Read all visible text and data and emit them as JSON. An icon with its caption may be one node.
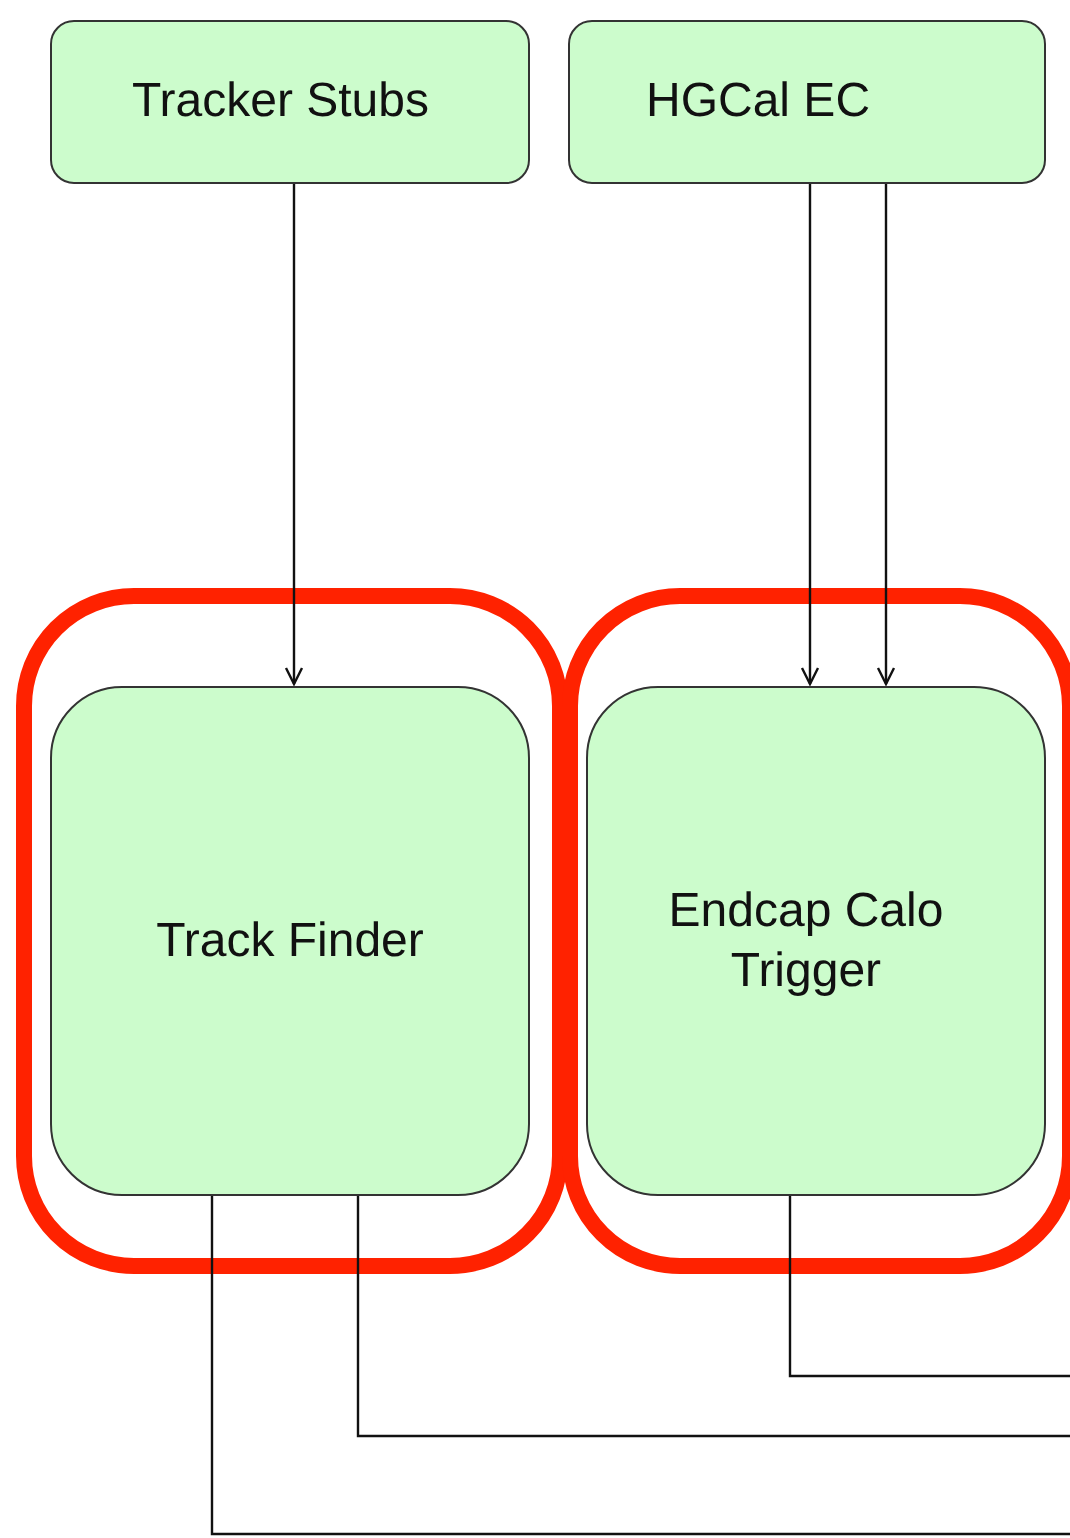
{
  "diagram": {
    "nodes": [
      {
        "text": [
          "Tracker Stubs"
        ]
      },
      {
        "text": [
          "HGCal EC"
        ]
      },
      {
        "text": [
          "Track Finder"
        ]
      },
      {
        "text": [
          "Endcap Calo Trigger"
        ]
      }
    ],
    "edges": [
      {
        "from": 0,
        "to": 2,
        "arrow": "to"
      },
      {
        "from": 1,
        "to": 3,
        "arrow": "to"
      },
      {
        "from": 1,
        "to": 3,
        "arrow": "to"
      },
      {
        "from": 3,
        "to": null,
        "arrow": "none"
      },
      {
        "from": 2,
        "to": null,
        "arrow": "none"
      },
      {
        "from": 2,
        "to": null,
        "arrow": "none"
      }
    ]
  }
}
